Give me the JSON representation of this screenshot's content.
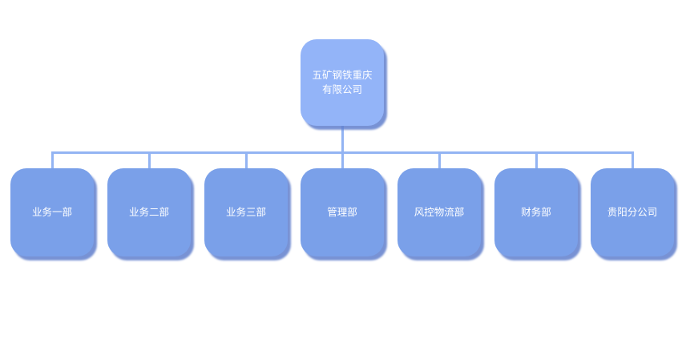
{
  "org_chart": {
    "root": {
      "label": "五矿钢铁重庆\n有限公司"
    },
    "departments": [
      {
        "label": "业务一部"
      },
      {
        "label": "业务二部"
      },
      {
        "label": "业务三部"
      },
      {
        "label": "管理部"
      },
      {
        "label": "风控物流部"
      },
      {
        "label": "财务部"
      },
      {
        "label": "贵阳分公司"
      }
    ],
    "colors": {
      "root_fill": "#93b4f8",
      "department_fill": "#7aa0e9",
      "connector": "#93b4f3",
      "shadow": "#607fcd",
      "text": "#ffffff"
    }
  }
}
